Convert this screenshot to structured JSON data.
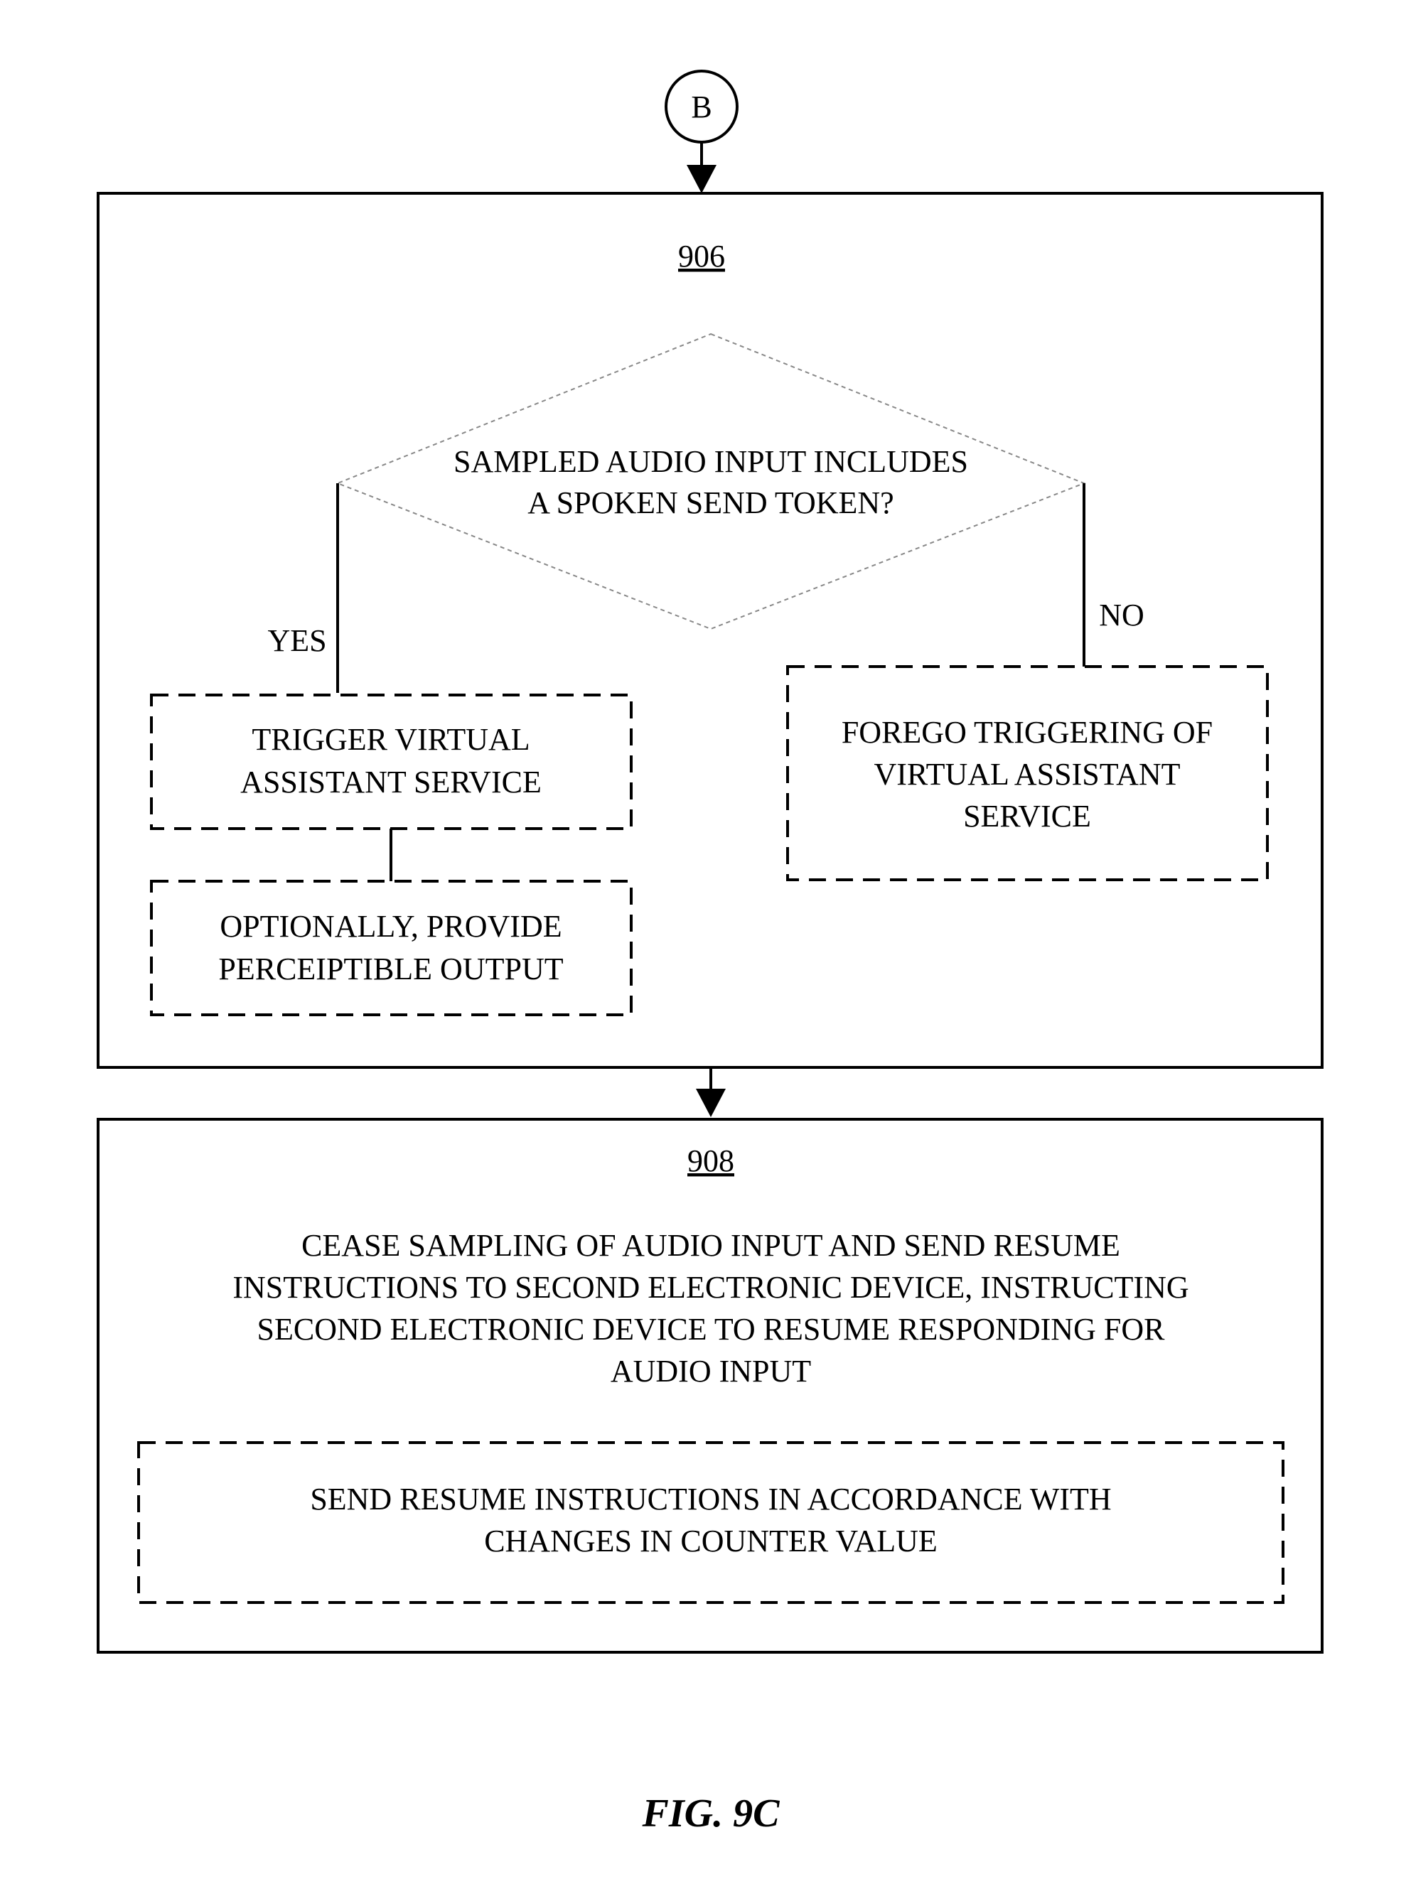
{
  "connector": {
    "label": "B"
  },
  "block_906": {
    "ref": "906",
    "decision": {
      "lines": [
        "SAMPLED AUDIO INPUT INCLUDES",
        "A SPOKEN SEND TOKEN?"
      ],
      "yes_label": "YES",
      "no_label": "NO"
    },
    "trigger_box": {
      "lines": [
        "TRIGGER VIRTUAL",
        "ASSISTANT SERVICE"
      ]
    },
    "output_box": {
      "lines": [
        "OPTIONALLY, PROVIDE",
        "PERCEIPTIBLE OUTPUT"
      ]
    },
    "forego_box": {
      "lines": [
        "FOREGO TRIGGERING OF",
        "VIRTUAL ASSISTANT",
        "SERVICE"
      ]
    }
  },
  "block_908": {
    "ref": "908",
    "lines": [
      "CEASE SAMPLING OF AUDIO INPUT AND SEND RESUME",
      "INSTRUCTIONS TO SECOND ELECTRONIC DEVICE, INSTRUCTING",
      "SECOND ELECTRONIC DEVICE TO RESUME RESPONDING FOR",
      "AUDIO INPUT"
    ],
    "sub_box": {
      "lines": [
        "SEND RESUME INSTRUCTIONS IN ACCORDANCE WITH",
        "CHANGES IN COUNTER VALUE"
      ]
    }
  },
  "figure_label": "FIG. 9C"
}
